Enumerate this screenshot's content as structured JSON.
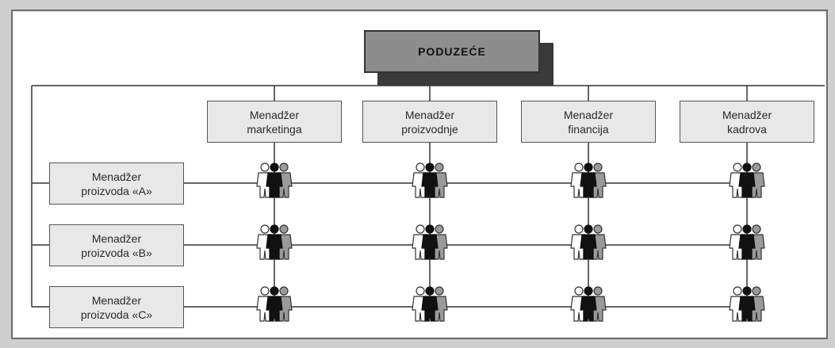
{
  "colors": {
    "background": "#cfcfcf",
    "panel": "#ffffff",
    "box": "#e8e8e8",
    "top_box": "#8d8d8d",
    "line": "#333333",
    "figure_dark": "#111111",
    "figure_mid": "#9a9a9a"
  },
  "top": {
    "label": "PODUZEĆE"
  },
  "columns": [
    {
      "label": "Menadžer\nmarketinga"
    },
    {
      "label": "Menadžer\nproizvodnje"
    },
    {
      "label": "Menadžer\nfinancija"
    },
    {
      "label": "Menadžer\nkadrova"
    }
  ],
  "rows": [
    {
      "label": "Menadžer\nproizvoda «A»"
    },
    {
      "label": "Menadžer\nproizvoda «B»"
    },
    {
      "label": "Menadžer\nproizvoda «C»"
    }
  ],
  "team_icon": "group-of-three-people-icon"
}
